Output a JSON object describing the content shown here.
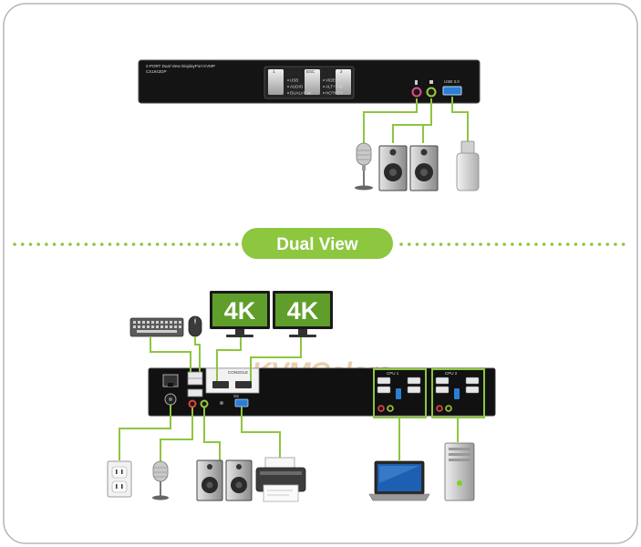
{
  "diagram": {
    "section_label": "Dual View",
    "monitor_labels": [
      "4K",
      "4K"
    ],
    "watermark": "KVMGalore",
    "front_panel_model": "2-PORT Dual View DisplayPort KVMP",
    "front_panel_sub": "CS1942DP",
    "front_buttons": [
      "1",
      "ESC",
      "2"
    ],
    "front_leds": [
      "USB",
      "AUDIO",
      "DUALVIEW",
      "VIDEO",
      "ALT+TAB",
      "HOTKEY"
    ],
    "usb_port_label": "USB 3.0",
    "rear_port_labels": [
      "CONSOLE",
      "CPU 1",
      "CPU 2",
      "SS"
    ],
    "colors": {
      "accent_green": "#8dc63f",
      "device_black": "#111111",
      "frame_gray": "#b5b5b5",
      "monitor_green": "#5f9e2a"
    }
  }
}
